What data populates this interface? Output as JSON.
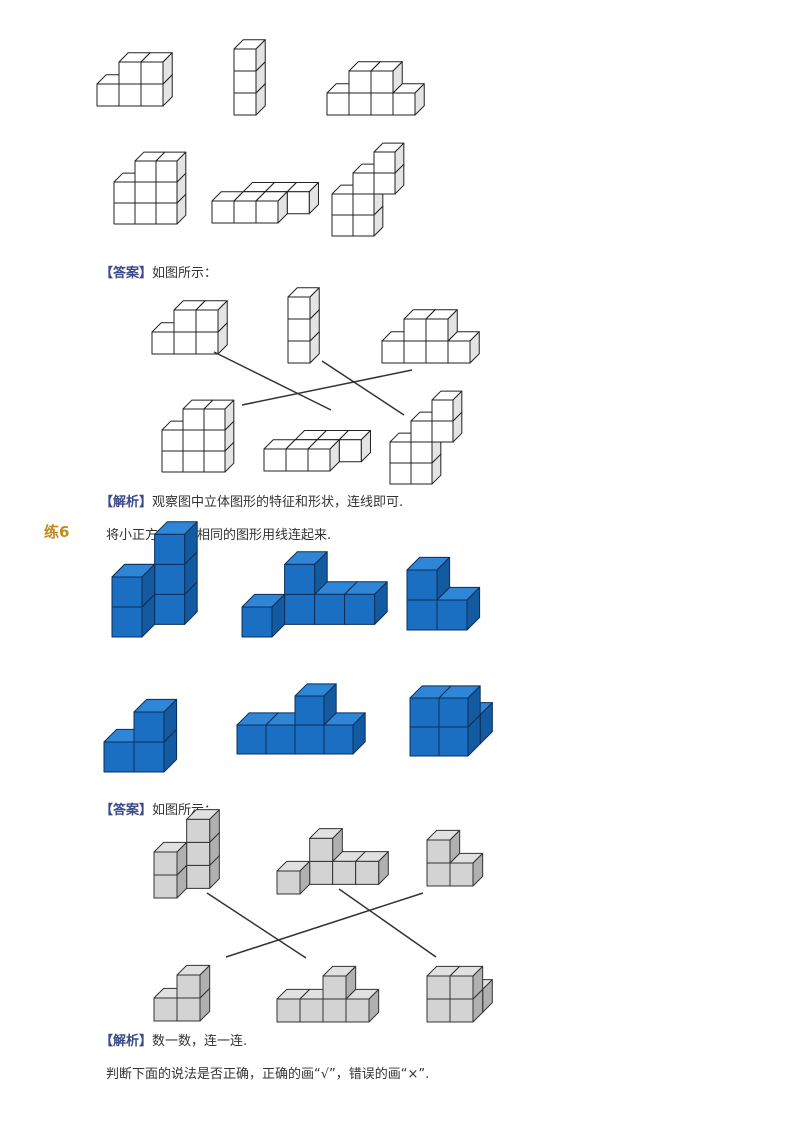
{
  "answer1": {
    "bracket": "【答案】",
    "text": "如图所示："
  },
  "analysis1": {
    "bracket": "【解析】",
    "text": "观察图中立体图形的特征和形状，连线即可."
  },
  "exercise6": {
    "label": "练6",
    "prompt": "将小正方体数量相同的图形用线连起来."
  },
  "answer2": {
    "bracket": "【答案】",
    "text": "如图所示："
  },
  "analysis2": {
    "bracket": "【解析】",
    "text": "数一数，连一连."
  },
  "next_question": {
    "text": "判断下面的说法是否正确，正确的画“√”，错误的画“×”."
  },
  "colors": {
    "outline_fill": "#ffffff",
    "blue": "#1a6fc2",
    "gray": "#d3d3d3",
    "label_accent": "#c08a1e",
    "bracket": "#3c4a8a"
  }
}
